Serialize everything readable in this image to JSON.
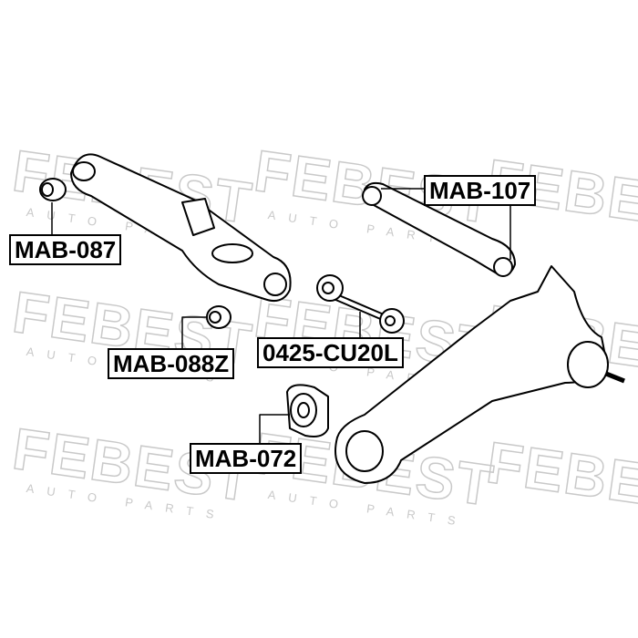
{
  "watermark": {
    "brand": "FEBEST",
    "tagline": "AUTO PARTS"
  },
  "labels": {
    "mab087": "MAB-087",
    "mab107": "MAB-107",
    "mab088z": "MAB-088Z",
    "cu20l": "0425-CU20L",
    "mab072": "MAB-072"
  },
  "colors": {
    "line": "#000000",
    "watermark": "#c9c9c9"
  }
}
